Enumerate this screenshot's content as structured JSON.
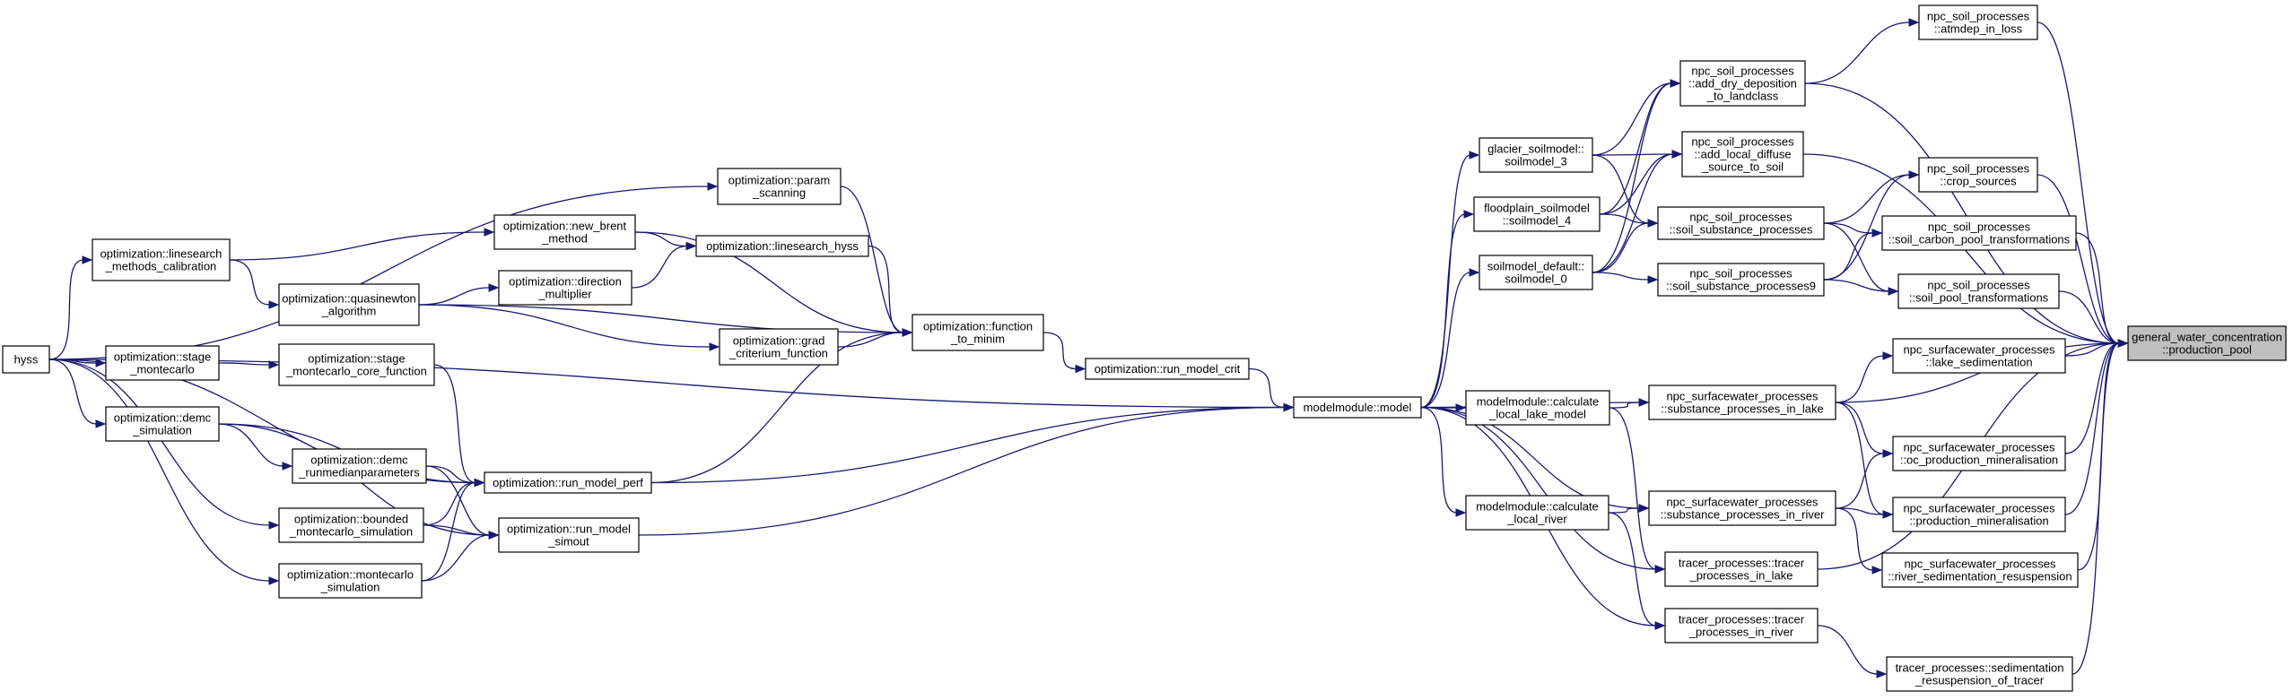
{
  "diagram": {
    "type": "call-graph",
    "root": "gwc_pp",
    "nodes": [
      {
        "id": "hyss",
        "lines": [
          "hyss"
        ]
      },
      {
        "id": "lsmc",
        "lines": [
          "optimization::linesearch",
          "_methods_calibration"
        ]
      },
      {
        "id": "stage_mc",
        "lines": [
          "optimization::stage",
          "_montecarlo"
        ]
      },
      {
        "id": "demc",
        "lines": [
          "optimization::demc",
          "_simulation"
        ]
      },
      {
        "id": "quasinewton",
        "lines": [
          "optimization::quasinewton",
          "_algorithm"
        ]
      },
      {
        "id": "stage_core",
        "lines": [
          "optimization::stage",
          "_montecarlo_core_function"
        ]
      },
      {
        "id": "demc_runmed",
        "lines": [
          "optimization::demc",
          "_runmedianparameters"
        ]
      },
      {
        "id": "bounded_mc",
        "lines": [
          "optimization::bounded",
          "_montecarlo_simulation"
        ]
      },
      {
        "id": "montecarlo",
        "lines": [
          "optimization::montecarlo",
          "_simulation"
        ]
      },
      {
        "id": "new_brent",
        "lines": [
          "optimization::new_brent",
          "_method"
        ]
      },
      {
        "id": "direction",
        "lines": [
          "optimization::direction",
          "_multiplier"
        ]
      },
      {
        "id": "param_scan",
        "lines": [
          "optimization::param",
          "_scanning"
        ]
      },
      {
        "id": "ls_hyss",
        "lines": [
          "optimization::linesearch_hyss"
        ]
      },
      {
        "id": "grad",
        "lines": [
          "optimization::grad",
          "_criterium_function"
        ]
      },
      {
        "id": "run_perf",
        "lines": [
          "optimization::run_model_perf"
        ]
      },
      {
        "id": "run_simout",
        "lines": [
          "optimization::run_model",
          "_simout"
        ]
      },
      {
        "id": "func_minim",
        "lines": [
          "optimization::function",
          "_to_minim"
        ]
      },
      {
        "id": "run_crit",
        "lines": [
          "optimization::run_model_crit"
        ]
      },
      {
        "id": "model",
        "lines": [
          "modelmodule::model"
        ]
      },
      {
        "id": "glacier",
        "lines": [
          "glacier_soilmodel::",
          "soilmodel_3"
        ]
      },
      {
        "id": "floodplain",
        "lines": [
          "floodplain_soilmodel",
          "::soilmodel_4"
        ]
      },
      {
        "id": "sm_default",
        "lines": [
          "soilmodel_default::",
          "soilmodel_0"
        ]
      },
      {
        "id": "calc_lake",
        "lines": [
          "modelmodule::calculate",
          "_local_lake_model"
        ]
      },
      {
        "id": "calc_river",
        "lines": [
          "modelmodule::calculate",
          "_local_river"
        ]
      },
      {
        "id": "add_dry",
        "lines": [
          "npc_soil_processes",
          "::add_dry_deposition",
          "_to_landclass"
        ]
      },
      {
        "id": "add_diffuse",
        "lines": [
          "npc_soil_processes",
          "::add_local_diffuse",
          "_source_to_soil"
        ]
      },
      {
        "id": "soil_subst",
        "lines": [
          "npc_soil_processes",
          "::soil_substance_processes"
        ]
      },
      {
        "id": "soil_subst9",
        "lines": [
          "npc_soil_processes",
          "::soil_substance_processes9"
        ]
      },
      {
        "id": "sw_lake",
        "lines": [
          "npc_surfacewater_processes",
          "::substance_processes_in_lake"
        ]
      },
      {
        "id": "sw_river",
        "lines": [
          "npc_surfacewater_processes",
          "::substance_processes_in_river"
        ]
      },
      {
        "id": "tr_lake",
        "lines": [
          "tracer_processes::tracer",
          "_processes_in_lake"
        ]
      },
      {
        "id": "tr_river",
        "lines": [
          "tracer_processes::tracer",
          "_processes_in_river"
        ]
      },
      {
        "id": "atmdep",
        "lines": [
          "npc_soil_processes",
          "::atmdep_in_loss"
        ]
      },
      {
        "id": "crop",
        "lines": [
          "npc_soil_processes",
          "::crop_sources"
        ]
      },
      {
        "id": "carbon",
        "lines": [
          "npc_soil_processes",
          "::soil_carbon_pool_transformations"
        ]
      },
      {
        "id": "soilpool",
        "lines": [
          "npc_soil_processes",
          "::soil_pool_transformations"
        ]
      },
      {
        "id": "lake_sed",
        "lines": [
          "npc_surfacewater_processes",
          "::lake_sedimentation"
        ]
      },
      {
        "id": "oc_prod",
        "lines": [
          "npc_surfacewater_processes",
          "::oc_production_mineralisation"
        ]
      },
      {
        "id": "prod_min",
        "lines": [
          "npc_surfacewater_processes",
          "::production_mineralisation"
        ]
      },
      {
        "id": "river_sed",
        "lines": [
          "npc_surfacewater_processes",
          "::river_sedimentation_resuspension"
        ]
      },
      {
        "id": "tr_sed",
        "lines": [
          "tracer_processes::sedimentation",
          "_resuspension_of_tracer"
        ]
      },
      {
        "id": "gwc_pp",
        "lines": [
          "general_water_concentration",
          "::production_pool"
        ]
      }
    ],
    "edges": [
      [
        "hyss",
        "lsmc"
      ],
      [
        "hyss",
        "stage_mc"
      ],
      [
        "hyss",
        "demc"
      ],
      [
        "hyss",
        "param_scan"
      ],
      [
        "hyss",
        "run_perf"
      ],
      [
        "hyss",
        "bounded_mc"
      ],
      [
        "hyss",
        "montecarlo"
      ],
      [
        "hyss",
        "model"
      ],
      [
        "lsmc",
        "quasinewton"
      ],
      [
        "lsmc",
        "new_brent"
      ],
      [
        "stage_mc",
        "stage_core"
      ],
      [
        "stage_core",
        "run_perf"
      ],
      [
        "demc",
        "demc_runmed"
      ],
      [
        "demc",
        "run_perf"
      ],
      [
        "demc",
        "run_simout"
      ],
      [
        "demc_runmed",
        "run_perf"
      ],
      [
        "demc_runmed",
        "run_simout"
      ],
      [
        "bounded_mc",
        "run_perf"
      ],
      [
        "bounded_mc",
        "run_simout"
      ],
      [
        "montecarlo",
        "run_perf"
      ],
      [
        "montecarlo",
        "run_simout"
      ],
      [
        "quasinewton",
        "direction"
      ],
      [
        "quasinewton",
        "func_minim"
      ],
      [
        "quasinewton",
        "grad"
      ],
      [
        "direction",
        "ls_hyss"
      ],
      [
        "new_brent",
        "ls_hyss"
      ],
      [
        "new_brent",
        "func_minim"
      ],
      [
        "ls_hyss",
        "func_minim"
      ],
      [
        "param_scan",
        "func_minim"
      ],
      [
        "grad",
        "func_minim"
      ],
      [
        "run_perf",
        "func_minim"
      ],
      [
        "func_minim",
        "run_crit"
      ],
      [
        "run_crit",
        "model"
      ],
      [
        "run_perf",
        "model"
      ],
      [
        "run_simout",
        "model"
      ],
      [
        "model",
        "glacier"
      ],
      [
        "model",
        "floodplain"
      ],
      [
        "model",
        "sm_default"
      ],
      [
        "model",
        "calc_lake"
      ],
      [
        "model",
        "calc_river"
      ],
      [
        "model",
        "sw_lake"
      ],
      [
        "model",
        "sw_river"
      ],
      [
        "model",
        "tr_lake"
      ],
      [
        "model",
        "tr_river"
      ],
      [
        "glacier",
        "add_dry"
      ],
      [
        "glacier",
        "add_diffuse"
      ],
      [
        "glacier",
        "soil_subst"
      ],
      [
        "floodplain",
        "add_dry"
      ],
      [
        "floodplain",
        "add_diffuse"
      ],
      [
        "floodplain",
        "soil_subst"
      ],
      [
        "sm_default",
        "add_dry"
      ],
      [
        "sm_default",
        "add_diffuse"
      ],
      [
        "sm_default",
        "soil_subst"
      ],
      [
        "sm_default",
        "soil_subst9"
      ],
      [
        "calc_lake",
        "sw_lake"
      ],
      [
        "calc_lake",
        "tr_lake"
      ],
      [
        "calc_river",
        "sw_river"
      ],
      [
        "calc_river",
        "tr_river"
      ],
      [
        "add_dry",
        "atmdep"
      ],
      [
        "add_dry",
        "gwc_pp"
      ],
      [
        "add_diffuse",
        "gwc_pp"
      ],
      [
        "soil_subst",
        "crop"
      ],
      [
        "soil_subst",
        "carbon"
      ],
      [
        "soil_subst",
        "soilpool"
      ],
      [
        "soil_subst9",
        "crop"
      ],
      [
        "soil_subst9",
        "carbon"
      ],
      [
        "soil_subst9",
        "soilpool"
      ],
      [
        "sw_lake",
        "lake_sed"
      ],
      [
        "sw_lake",
        "oc_prod"
      ],
      [
        "sw_lake",
        "prod_min"
      ],
      [
        "sw_lake",
        "gwc_pp"
      ],
      [
        "sw_river",
        "oc_prod"
      ],
      [
        "sw_river",
        "prod_min"
      ],
      [
        "sw_river",
        "river_sed"
      ],
      [
        "tr_lake",
        "gwc_pp"
      ],
      [
        "tr_river",
        "tr_sed"
      ],
      [
        "atmdep",
        "gwc_pp"
      ],
      [
        "crop",
        "gwc_pp"
      ],
      [
        "carbon",
        "gwc_pp"
      ],
      [
        "soilpool",
        "gwc_pp"
      ],
      [
        "lake_sed",
        "gwc_pp"
      ],
      [
        "oc_prod",
        "gwc_pp"
      ],
      [
        "prod_min",
        "gwc_pp"
      ],
      [
        "river_sed",
        "gwc_pp"
      ],
      [
        "tr_sed",
        "gwc_pp"
      ]
    ]
  }
}
